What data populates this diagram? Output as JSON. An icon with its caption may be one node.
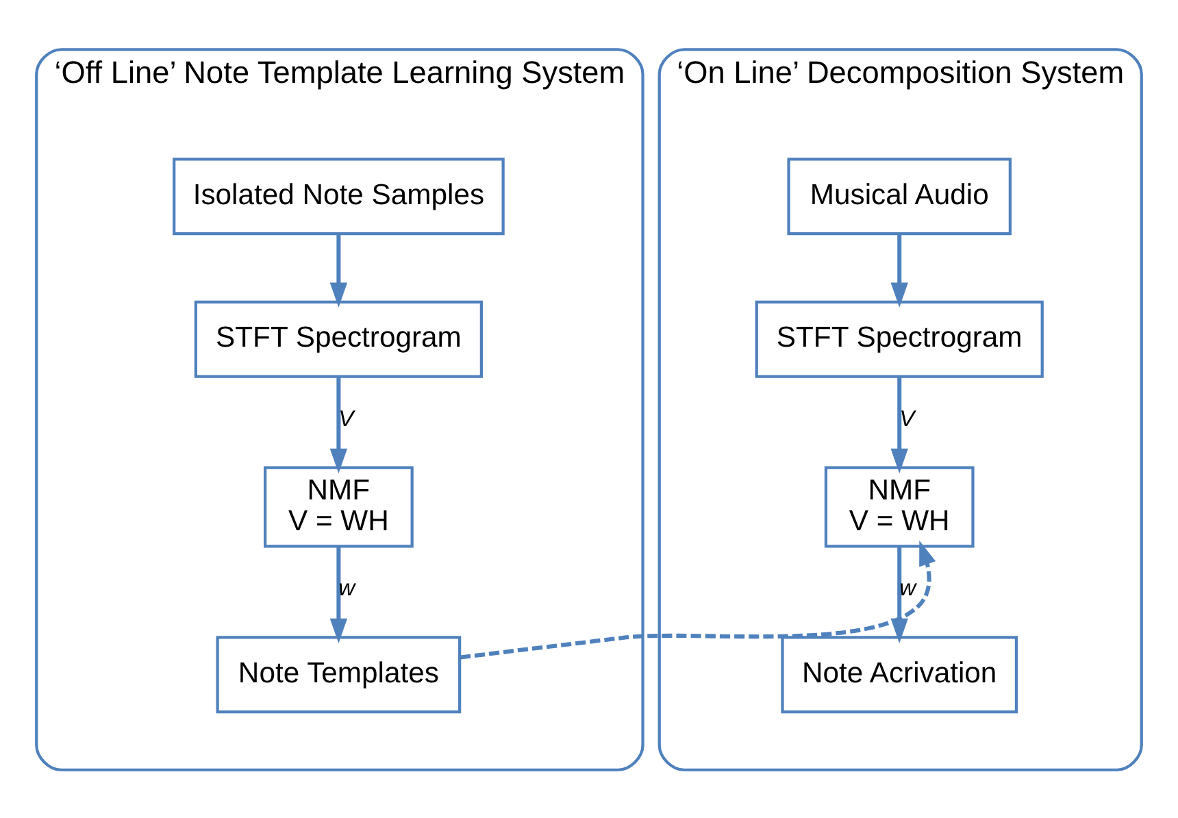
{
  "diagram": {
    "nodes": [
      {
        "text": [
          "‘Off Line’ Note Template Learning System"
        ]
      },
      {
        "text": [
          "Isolated Note Samples"
        ],
        "in": 0
      },
      {
        "text": [
          "STFT Spectrogram"
        ],
        "in": 0
      },
      {
        "text": [
          "NMF",
          "V = WH"
        ],
        "in": 0
      },
      {
        "text": [
          "Note Templates"
        ],
        "in": 0
      },
      {
        "text": [
          "‘On Line’ Decomposition System"
        ]
      },
      {
        "text": [
          "Musical Audio"
        ],
        "in": 5
      },
      {
        "text": [
          "STFT Spectrogram"
        ],
        "in": 5
      },
      {
        "text": [
          "NMF",
          "V = WH"
        ],
        "in": 5
      },
      {
        "text": [
          "Note Acrivation"
        ],
        "in": 5
      }
    ],
    "edges": [
      {
        "from": 1,
        "to": 2,
        "arrow": "to"
      },
      {
        "from": 2,
        "to": 3,
        "arrow": "to",
        "label": "V"
      },
      {
        "from": 3,
        "to": 4,
        "arrow": "to",
        "label": "w"
      },
      {
        "from": 6,
        "to": 7,
        "arrow": "to"
      },
      {
        "from": 7,
        "to": 8,
        "arrow": "to",
        "label": "V"
      },
      {
        "from": 8,
        "to": 9,
        "arrow": "to",
        "label": "w"
      },
      {
        "from": 4,
        "to": 8,
        "arrow": "to",
        "style": "dashed"
      }
    ]
  }
}
